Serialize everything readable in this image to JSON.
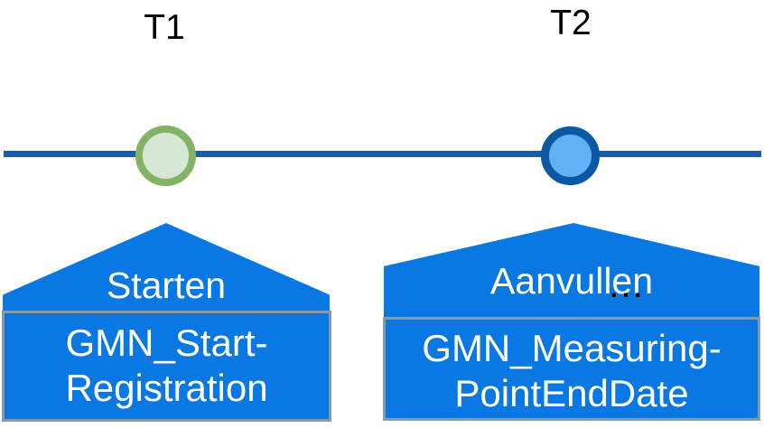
{
  "diagram": {
    "title": "timeline-with-two-events",
    "colors": {
      "timeline_line": "#1A5CA6",
      "callout_fill": "#0A78E2",
      "box_border": "#8A99A8",
      "t1_marker_ring": "#82B366",
      "t1_marker_fill": "#D5E8D4",
      "t2_marker_ring": "#0B59A5",
      "t2_marker_fill": "#63B1F5",
      "callout_text": "#FFFFFF",
      "label_text": "#000000"
    }
  },
  "events": [
    {
      "time_label": "T1",
      "marker": "green-circle",
      "action_label": "Starten",
      "box_lines": [
        "GMN_Start-",
        "Registration"
      ]
    },
    {
      "time_label": "T2",
      "marker": "blue-circle",
      "action_label": "Aanvullen",
      "ellipsis": "…",
      "box_lines": [
        "GMN_Measuring-",
        "PointEndDate"
      ]
    }
  ]
}
